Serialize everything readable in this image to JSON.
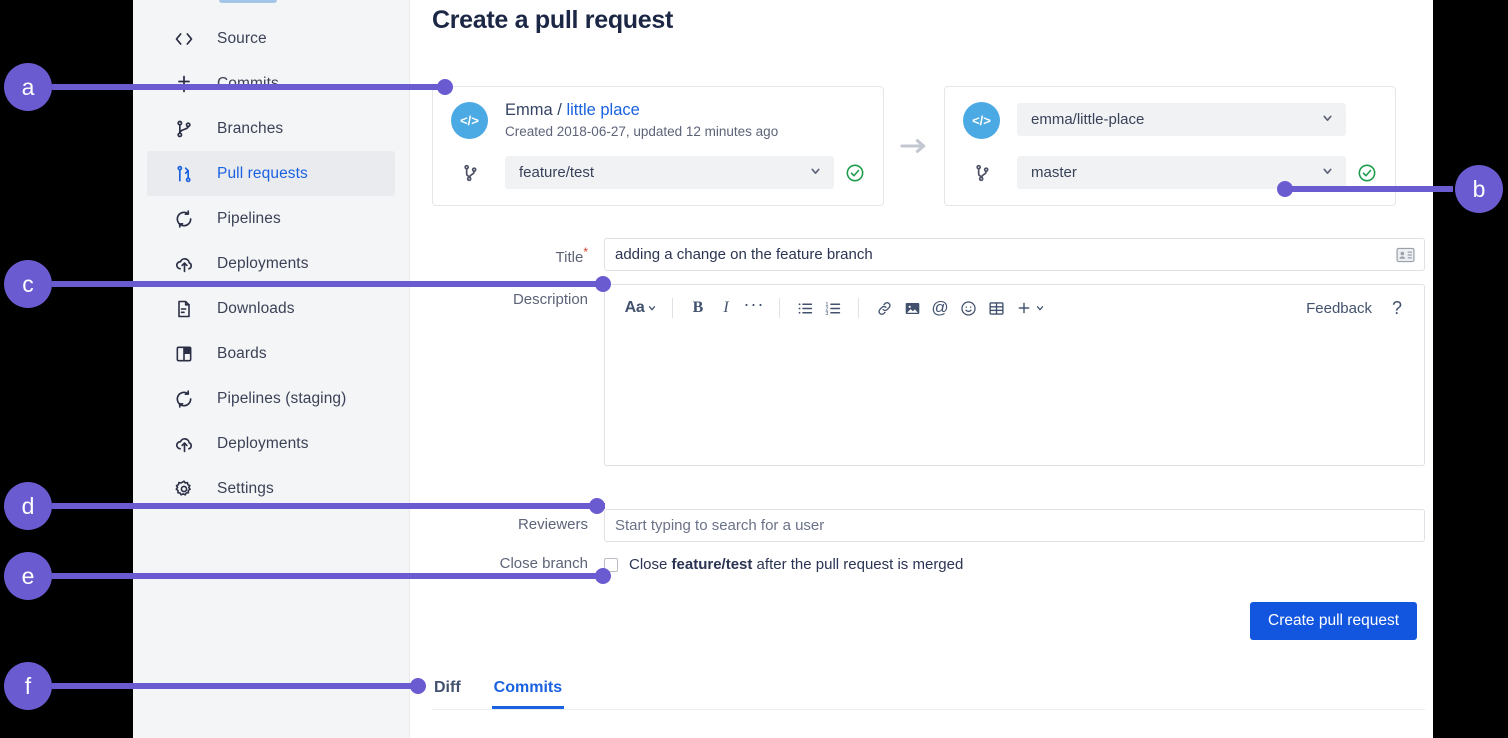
{
  "page": {
    "title": "Create a pull request"
  },
  "sidebar": {
    "items": [
      {
        "label": "Source",
        "icon": "code-icon",
        "active": false
      },
      {
        "label": "Commits",
        "icon": "commits-icon",
        "active": false
      },
      {
        "label": "Branches",
        "icon": "branches-icon",
        "active": false
      },
      {
        "label": "Pull requests",
        "icon": "pull-request-icon",
        "active": true
      },
      {
        "label": "Pipelines",
        "icon": "pipelines-icon",
        "active": false
      },
      {
        "label": "Deployments",
        "icon": "deployments-icon",
        "active": false
      },
      {
        "label": "Downloads",
        "icon": "downloads-icon",
        "active": false
      },
      {
        "label": "Boards",
        "icon": "boards-icon",
        "active": false
      },
      {
        "label": "Pipelines (staging)",
        "icon": "pipelines-icon",
        "active": false
      },
      {
        "label": "Deployments",
        "icon": "deployments-icon",
        "active": false
      },
      {
        "label": "Settings",
        "icon": "gear-icon",
        "active": false
      }
    ]
  },
  "source": {
    "avatar_glyph": "</>",
    "owner": "Emma",
    "separator": "/",
    "repo_link": "little place",
    "meta": "Created 2018-06-27, updated 12 minutes ago",
    "branch": "feature/test",
    "status": "valid"
  },
  "destination": {
    "avatar_glyph": "</>",
    "repo": "emma/little-place",
    "branch": "master",
    "status": "valid"
  },
  "form": {
    "title_label": "Title",
    "title_required_mark": "*",
    "title_value": "adding a change on the feature branch",
    "description_label": "Description",
    "description_value": "",
    "reviewers_label": "Reviewers",
    "reviewers_placeholder": "Start typing to search for a user",
    "close_branch_label": "Close branch",
    "close_branch_checked": false,
    "close_text_pre": "Close ",
    "close_text_branch": "feature/test",
    "close_text_post": " after the pull request is merged",
    "submit_label": "Create pull request"
  },
  "editor_toolbar": {
    "font_label": "Aa",
    "buttons": [
      {
        "name": "text-style-dropdown",
        "glyph": "Aa"
      },
      {
        "name": "bold-icon",
        "glyph": "B"
      },
      {
        "name": "italic-icon",
        "glyph": "I"
      },
      {
        "name": "more-formatting-icon",
        "glyph": "…"
      },
      {
        "name": "bulleted-list-icon",
        "glyph": ""
      },
      {
        "name": "numbered-list-icon",
        "glyph": ""
      },
      {
        "name": "link-icon",
        "glyph": ""
      },
      {
        "name": "image-icon",
        "glyph": ""
      },
      {
        "name": "mention-icon",
        "glyph": "@"
      },
      {
        "name": "emoji-icon",
        "glyph": ""
      },
      {
        "name": "table-icon",
        "glyph": ""
      },
      {
        "name": "insert-more-icon",
        "glyph": "+"
      }
    ],
    "feedback_label": "Feedback",
    "help_label": "?"
  },
  "tabs": [
    {
      "label": "Diff",
      "active": false
    },
    {
      "label": "Commits",
      "active": true
    }
  ],
  "callouts": [
    {
      "id": "a",
      "label": "a"
    },
    {
      "id": "b",
      "label": "b"
    },
    {
      "id": "c",
      "label": "c"
    },
    {
      "id": "d",
      "label": "d"
    },
    {
      "id": "e",
      "label": "e"
    },
    {
      "id": "f",
      "label": "f"
    }
  ],
  "colors": {
    "accent_blue": "#1a62e0",
    "primary_button": "#1256e0",
    "callout_purple": "#6a5bd1",
    "sidebar_bg": "#f4f5f7",
    "repo_avatar": "#4ba9e3",
    "status_green": "#1f9c4d",
    "required_red": "#d93b2b",
    "page_bg": "#000000"
  }
}
